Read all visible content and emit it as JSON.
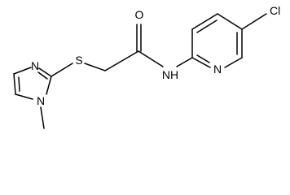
{
  "molecule": {
    "atoms": {
      "imidazole_n3": "N",
      "imidazole_n1": "N",
      "sulfur": "S",
      "carbonyl_oxygen": "O",
      "amide_nh": "NH",
      "pyridine_n": "N",
      "chlorine": "Cl"
    },
    "colors": {
      "bond": "#000000",
      "label": "#000000",
      "background": "#ffffff"
    }
  }
}
